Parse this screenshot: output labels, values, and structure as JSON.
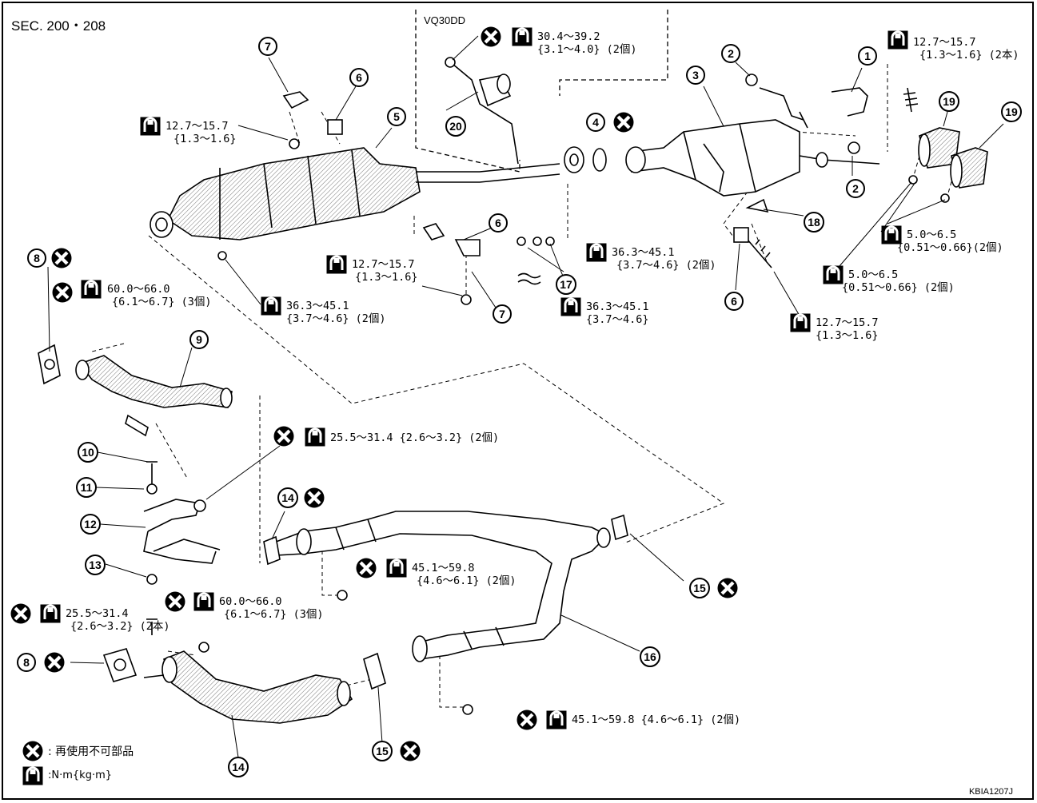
{
  "section": "SEC. 200・208",
  "engine_label": "VQ30DD",
  "figure_code": "KBIA1207J",
  "legend": {
    "non_reusable": ": 再使用不可部品",
    "torque_unit": ":N·m{kg·m}"
  },
  "parts": [
    "1",
    "2",
    "3",
    "4",
    "5",
    "6",
    "7",
    "8",
    "9",
    "10",
    "11",
    "12",
    "13",
    "14",
    "15",
    "16",
    "17",
    "18",
    "19",
    "20"
  ],
  "torques": [
    {
      "line1": "30.4～39.2",
      "line2": "{3.1～4.0} (2個)"
    },
    {
      "line1": "12.7～15.7",
      "line2": "{1.3～1.6} (2本)"
    },
    {
      "line1": "12.7～15.7",
      "line2": "{1.3～1.6}"
    },
    {
      "line1": "60.0～66.0",
      "line2": "{6.1～6.7} (3個)"
    },
    {
      "line1": "36.3～45.1",
      "line2": "{3.7～4.6} (2個)"
    },
    {
      "line1": "12.7～15.7",
      "line2": "{1.3～1.6}"
    },
    {
      "line1": "36.3～45.1",
      "line2": "{3.7～4.6} (2個)"
    },
    {
      "line1": "36.3～45.1",
      "line2": "{3.7～4.6}"
    },
    {
      "line1": "5.0～6.5",
      "line2": "{0.51～0.66}(2個)"
    },
    {
      "line1": "5.0～6.5",
      "line2": "{0.51～0.66} (2個)"
    },
    {
      "line1": "12.7～15.7",
      "line2": "{1.3～1.6}"
    },
    {
      "line1": "25.5～31.4  {2.6～3.2} (2個)"
    },
    {
      "line1": "45.1～59.8",
      "line2": "{4.6～6.1} (2個)"
    },
    {
      "line1": "25.5～31.4",
      "line2": "{2.6～3.2} (2本)"
    },
    {
      "line1": "60.0～66.0",
      "line2": "{6.1～6.7} (3個)"
    },
    {
      "line1": "45.1～59.8  {4.6～6.1} (2個)"
    }
  ]
}
